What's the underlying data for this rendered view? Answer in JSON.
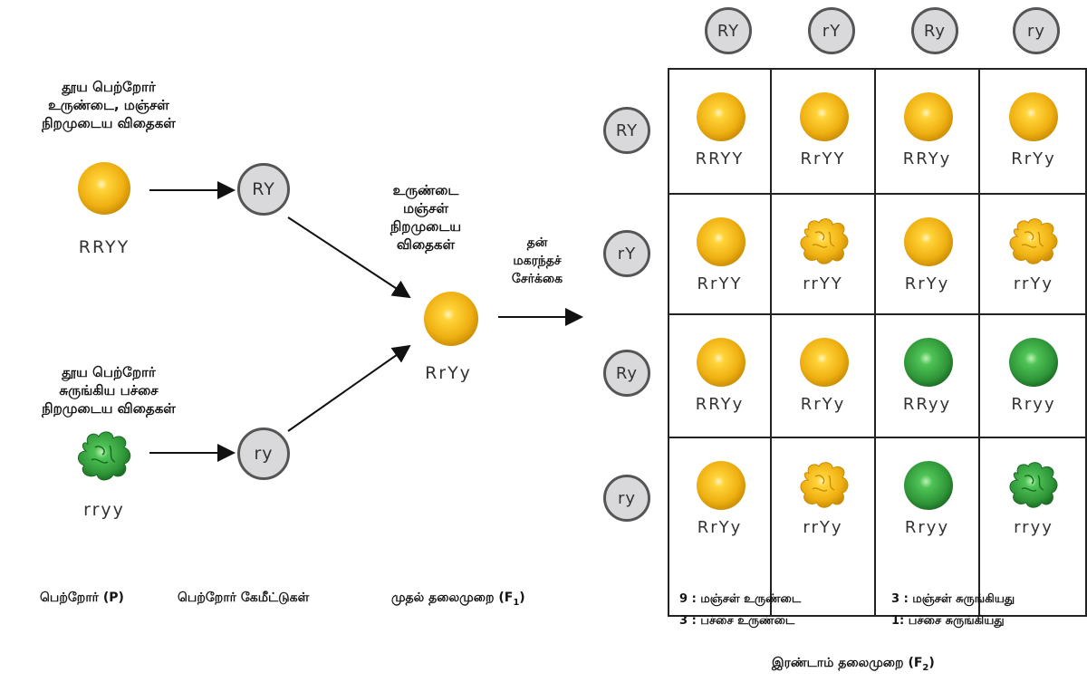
{
  "parents": {
    "p1_caption": [
      "தூய பெற்றோர்",
      "உருண்டை, மஞ்சள்",
      "நிறமுடைய விதைகள்"
    ],
    "p1_genotype": "RRYY",
    "p2_caption": [
      "தூய பெற்றோர்",
      "சுருங்கிய பச்சை",
      "நிறமுடைய விதைகள்"
    ],
    "p2_genotype": "rryy"
  },
  "gametes": {
    "g1": "RY",
    "g2": "ry"
  },
  "f1": {
    "caption": [
      "உருண்டை",
      "மஞ்சள்",
      "நிறமுடைய",
      "விதைகள்"
    ],
    "genotype": "RrYy",
    "selfing_label": [
      "தன்",
      "மகரந்தச்",
      "சேர்க்கை"
    ]
  },
  "punnett": {
    "col_gametes": [
      "RY",
      "rY",
      "Ry",
      "ry"
    ],
    "row_gametes": [
      "RY",
      "rY",
      "Ry",
      "ry"
    ],
    "cells": [
      [
        {
          "g": "RRYY",
          "s": "round-yellow"
        },
        {
          "g": "RrYY",
          "s": "round-yellow"
        },
        {
          "g": "RRYy",
          "s": "round-yellow"
        },
        {
          "g": "RrYy",
          "s": "round-yellow"
        }
      ],
      [
        {
          "g": "RrYY",
          "s": "round-yellow"
        },
        {
          "g": "rrYY",
          "s": "wrinkled-yellow"
        },
        {
          "g": "RrYy",
          "s": "round-yellow"
        },
        {
          "g": "rrYy",
          "s": "wrinkled-yellow"
        }
      ],
      [
        {
          "g": "RRYy",
          "s": "round-yellow"
        },
        {
          "g": "RrYy",
          "s": "round-yellow"
        },
        {
          "g": "RRyy",
          "s": "round-green"
        },
        {
          "g": "Rryy",
          "s": "round-green"
        }
      ],
      [
        {
          "g": "RrYy",
          "s": "round-yellow"
        },
        {
          "g": "rrYy",
          "s": "wrinkled-yellow"
        },
        {
          "g": "Rryy",
          "s": "round-green"
        },
        {
          "g": "rryy",
          "s": "wrinkled-green"
        }
      ]
    ]
  },
  "bottom_labels": {
    "parent": "பெற்றோர் (P)",
    "parent_gametes": "பெற்றோர் கேமீட்டுகள்",
    "first_gen": "முதல் தலைமுறை (F",
    "first_gen_sub": "1",
    "second_gen": "இரண்டாம் தலைமுறை (F",
    "second_gen_sub": "2"
  },
  "ratios": {
    "r1": "9 : மஞ்சள் உருண்டை",
    "r2": "3 : மஞ்சள் சுருங்கியது",
    "r3": "3 : பச்சை உருண்டை",
    "r4": "1: பச்சை சுருங்கியது"
  },
  "colors": {
    "yellow": "#f0b81a",
    "yellow_dark": "#c98f05",
    "green": "#3aa142",
    "green_dark": "#1f6e28",
    "gamete_fill": "#d9d9dc"
  }
}
